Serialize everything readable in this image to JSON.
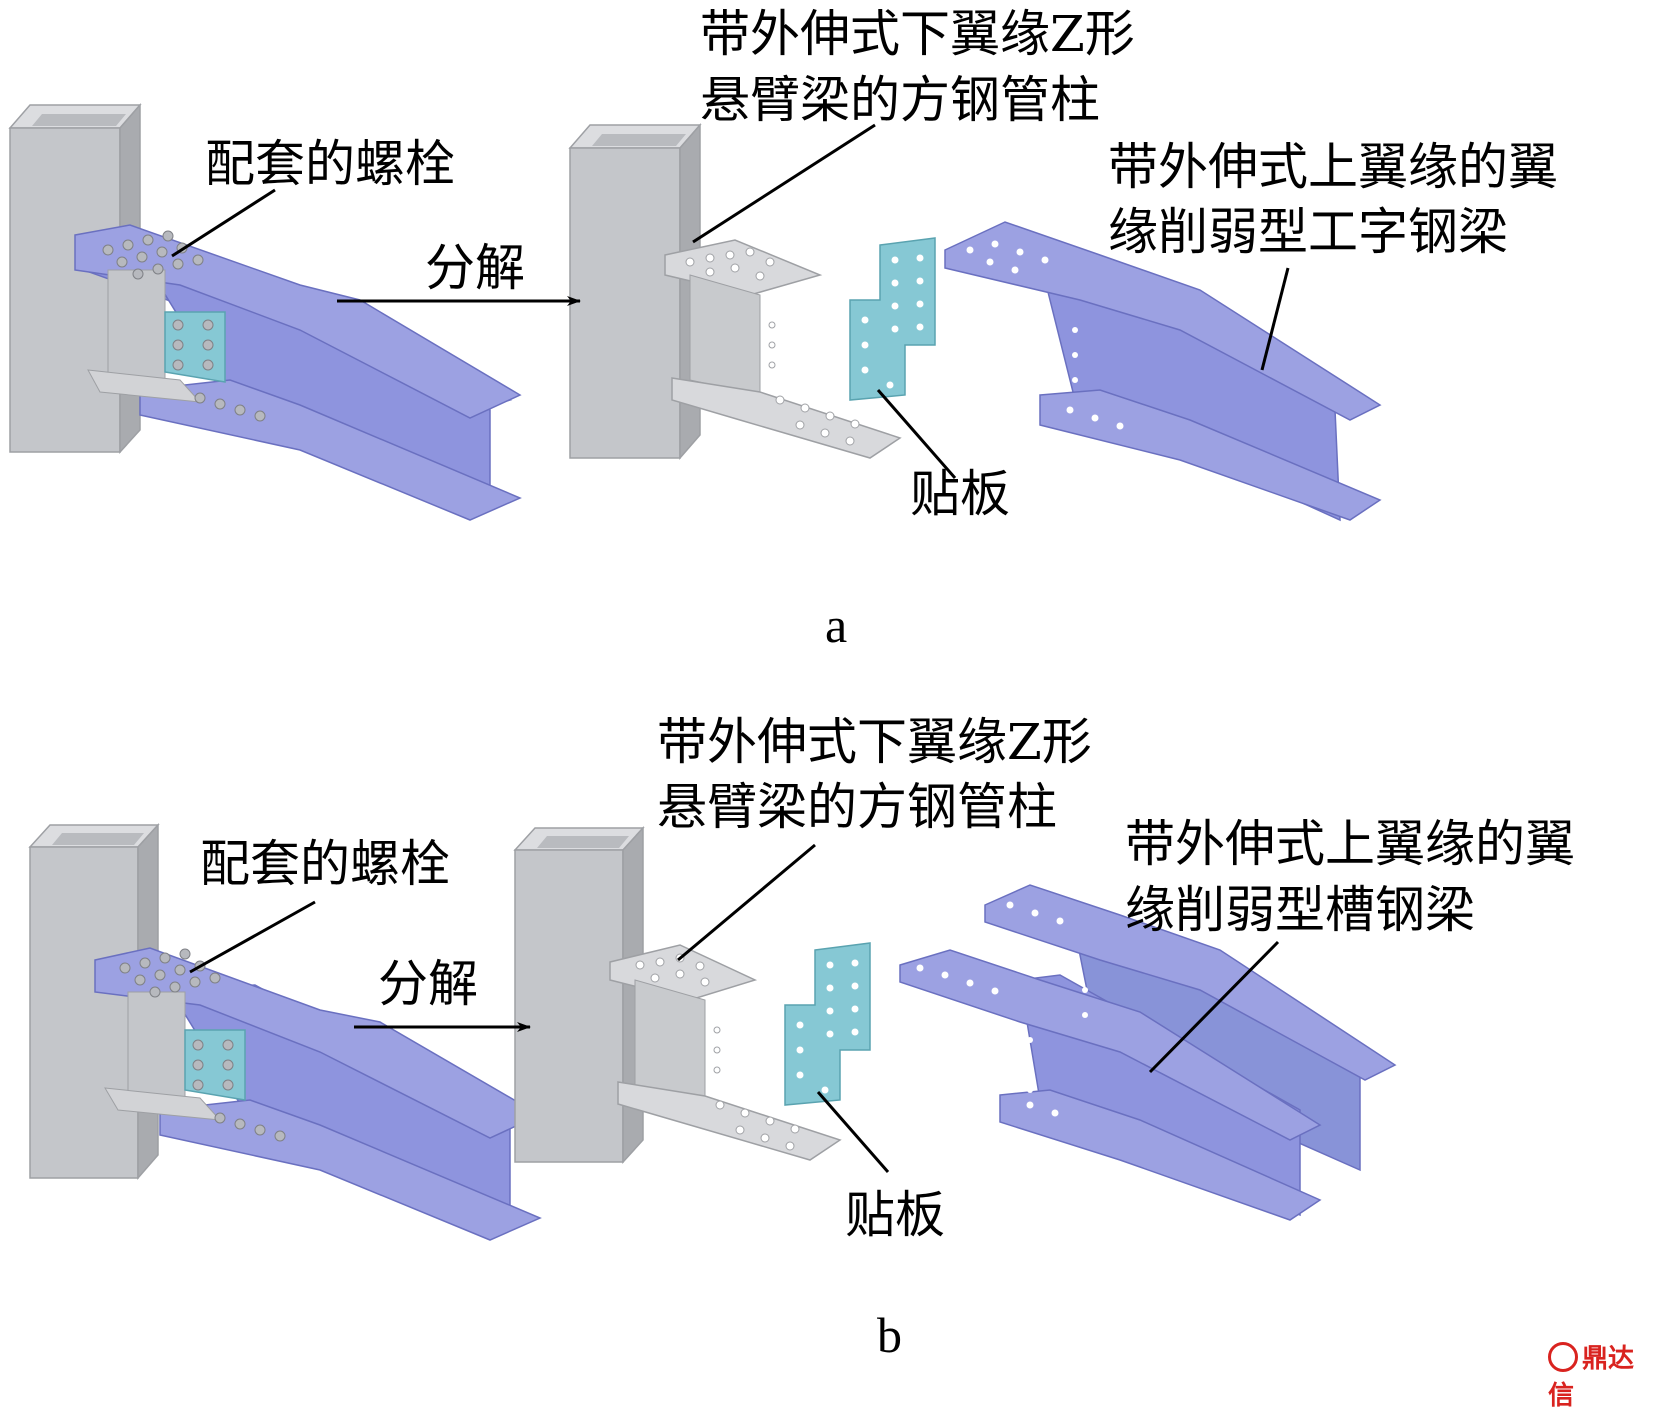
{
  "panels": [
    {
      "id": "a",
      "label_bolts": "配套的螺栓",
      "label_explode": "分解",
      "label_column": [
        "带外伸式下翼缘Z形",
        "悬臂梁的方钢管柱"
      ],
      "label_plate": "贴板",
      "label_beam": [
        "带外伸式上翼缘的翼",
        "缘削弱型工字钢梁"
      ],
      "caption": "a"
    },
    {
      "id": "b",
      "label_bolts": "配套的螺栓",
      "label_explode": "分解",
      "label_column": [
        "带外伸式下翼缘Z形",
        "悬臂梁的方钢管柱"
      ],
      "label_plate": "贴板",
      "label_beam": [
        "带外伸式上翼缘的翼",
        "缘削弱型槽钢梁"
      ],
      "caption": "b"
    }
  ],
  "watermark": "鼎达信",
  "colors": {
    "column": "#c4c6ca",
    "beam": "#8e94de",
    "splice_plate": "#86c8d4",
    "watermark": "#d9231f"
  }
}
